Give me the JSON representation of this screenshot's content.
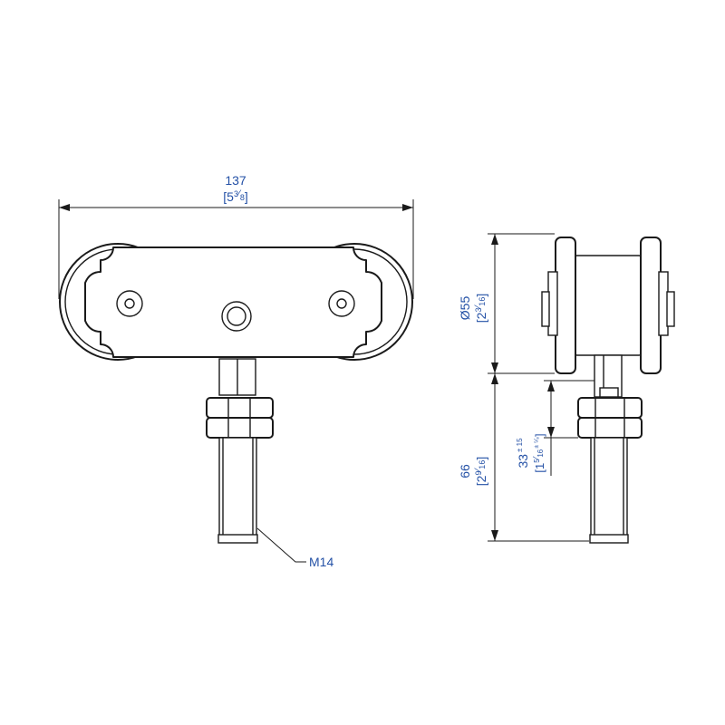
{
  "dimensions": {
    "overall_length": {
      "metric": "137",
      "imperial": "[5",
      "frac_num": "3",
      "frac_den": "8",
      "imperial_close": "]"
    },
    "wheel_diameter": {
      "metric": "Ø55",
      "imperial": "[2",
      "frac_num": "3",
      "frac_den": "16",
      "imperial_close": "]"
    },
    "total_height": {
      "metric": "66",
      "imperial": "[2",
      "frac_num": "9",
      "frac_den": "16",
      "imperial_close": "]"
    },
    "bolt_length": {
      "metric": "33",
      "tolerance": "± 15",
      "imperial": "[1",
      "frac_num": "5",
      "frac_den": "16",
      "imperial_tol": "± ⁵⁄₈",
      "imperial_close": "]"
    },
    "thread": {
      "label": "M14"
    }
  },
  "colors": {
    "dimension_text": "#2451a6",
    "linework": "#1a1a1a"
  }
}
